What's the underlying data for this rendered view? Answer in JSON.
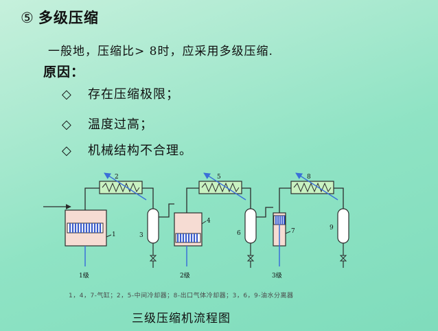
{
  "heading": {
    "num": "⑤",
    "title": "多级压缩"
  },
  "paragraph": "一般地，压缩比> 8时，应采用多级压缩.",
  "reasons_label": "原因：",
  "bullets": [
    {
      "mark": "◇",
      "text": "存在压缩极限；"
    },
    {
      "mark": "◇",
      "text": "温度过高；"
    },
    {
      "mark": "◇",
      "text": "机械结构不合理。"
    }
  ],
  "diagram": {
    "coolers": [
      "2",
      "5",
      "8"
    ],
    "cylinders": [
      "1",
      "4",
      "7"
    ],
    "separators": [
      "3",
      "6",
      "9"
    ],
    "stages": [
      "1级",
      "2级",
      "3级"
    ],
    "legend": "1，4，7-气缸；2，5-中间冷却器；8-出口气体冷却器；3，6，9-油水分离器",
    "caption": "三级压缩机流程图"
  },
  "colors": {
    "background": "#8fe3c4",
    "pipe": "#2b2b2b",
    "cooler_fill": "#c9f2c2",
    "cylinder_fill": "#f6dcd3",
    "piston_blue": "#3a5ccc",
    "arrow_blue": "#3a6fd8"
  }
}
